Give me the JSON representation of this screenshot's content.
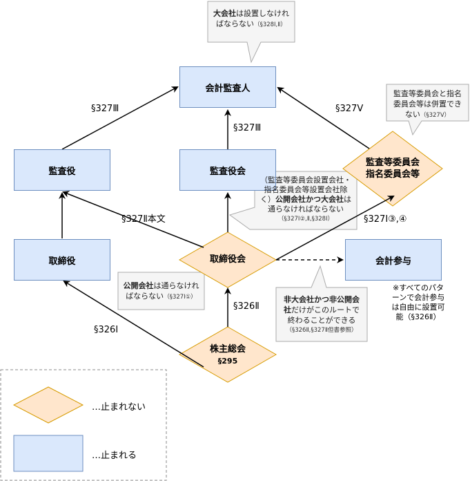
{
  "nodes": {
    "auditor": "会計監査人",
    "kansayaku": "監査役",
    "kansayakukai": "監査役会",
    "committee_line1": "監査等委員会",
    "committee_line2": "指名委員会等",
    "torishimariyaku": "取締役",
    "torishimariyakukai": "取締役会",
    "kaikei_sanyo": "会計参与",
    "shareholders_line1": "株主総会",
    "shareholders_line2": "§295"
  },
  "edge_labels": {
    "e1": "§327Ⅲ",
    "e2": "§327Ⅲ",
    "e3": "§327Ⅴ",
    "e4": "§327Ⅱ本文",
    "e5": "§327Ⅰ③,④",
    "e6": "§326Ⅱ",
    "e7": "§326Ⅰ"
  },
  "callouts": {
    "top": {
      "bold": "大会社",
      "text1": "は設置しなけれ",
      "text2": "ばならない",
      "ref": "（§328Ⅰ,Ⅱ）"
    },
    "right_top": {
      "line1": "監査等委員会と指名",
      "line2": "委員会等は併置でき",
      "line3": "ない",
      "ref": "（§327Ⅴ）"
    },
    "middle": {
      "line1": "（監査等委員会設置会社・",
      "line2": "指名委員会等設置会社除",
      "line3a": "く）",
      "line3b": "公開会社かつ大会社",
      "line3c": "は",
      "line4": "通らなければならない",
      "ref": "（§327Ⅰ②,Ⅱ,§328Ⅰ）"
    },
    "left": {
      "bold": "公開会社",
      "text1": "は通らなけれ",
      "text2": "ばならない",
      "ref": "（§327Ⅰ①）"
    },
    "bottom": {
      "line1": "非大会社かつ非公開会",
      "line2a": "社",
      "line2b": "だけがこのルートで",
      "line3": "終わることができる",
      "ref": "（§326Ⅱ,§327Ⅱ但書参照）"
    }
  },
  "side_note": {
    "line1": "※すべてのパタ",
    "line2": "ーンで会計参与",
    "line3": "は自由に設置可",
    "line4": "能（§326Ⅱ）"
  },
  "legend": {
    "diamond_label": "…止まれない",
    "box_label": "…止まれる"
  },
  "colors": {
    "box_fill": "#dae8fc",
    "box_stroke": "#6c8ebf",
    "diamond_fill": "#ffe6cc",
    "diamond_stroke": "#d79b00",
    "note_fill": "#f5f5f5",
    "note_stroke": "#aaaaaa"
  }
}
